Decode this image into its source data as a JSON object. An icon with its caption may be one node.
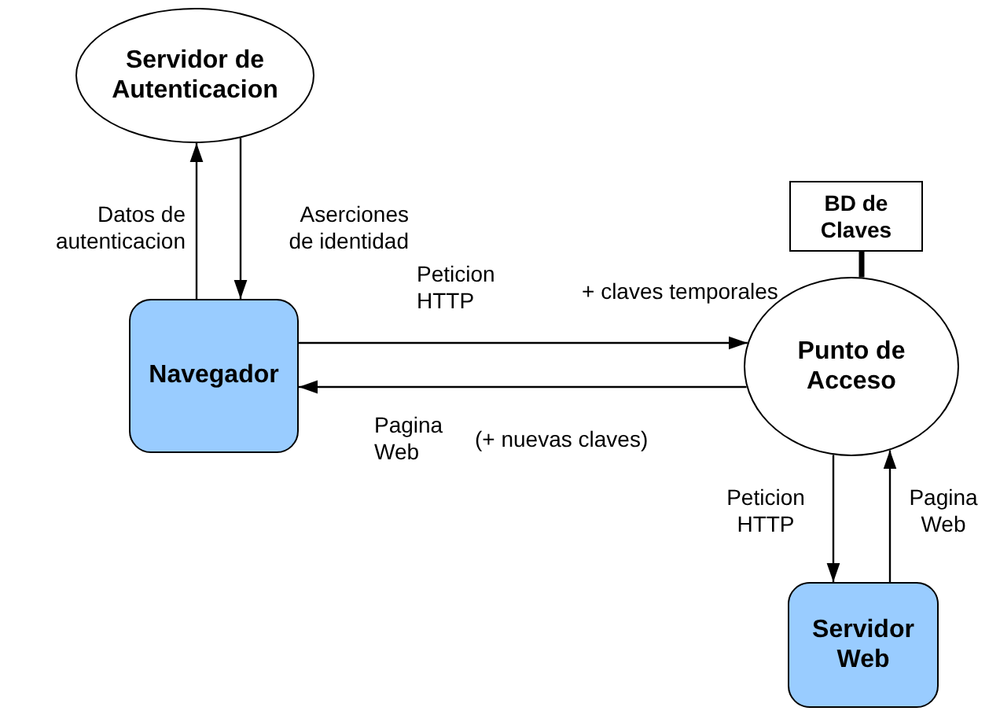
{
  "diagram": {
    "nodes": [
      {
        "text": [
          "Servidor de Autenticacion"
        ]
      },
      {
        "text": [
          "BD de Claves"
        ]
      },
      {
        "text": [
          "Navegador"
        ]
      },
      {
        "text": [
          "Punto de Acceso"
        ]
      },
      {
        "text": [
          "Servidor Web"
        ]
      }
    ],
    "edges": [
      {
        "from": 2,
        "to": 0,
        "arrow": "to",
        "label": "Datos de autenticacion"
      },
      {
        "from": 0,
        "to": 2,
        "arrow": "to",
        "label": "Aserciones de identidad"
      },
      {
        "from": 2,
        "to": 3,
        "arrow": "to",
        "label": "Peticion HTTP"
      },
      {
        "from": 3,
        "to": 2,
        "arrow": "to",
        "label": "Pagina Web"
      },
      {
        "from": 3,
        "to": 4,
        "arrow": "to",
        "label": "Peticion HTTP"
      },
      {
        "from": 4,
        "to": 3,
        "arrow": "to",
        "label": "Pagina Web"
      },
      {
        "from": 1,
        "to": 3,
        "arrow": "none",
        "style": "thick"
      }
    ],
    "labels": [
      "+ claves temporales",
      "(+ nuevas claves)"
    ]
  }
}
